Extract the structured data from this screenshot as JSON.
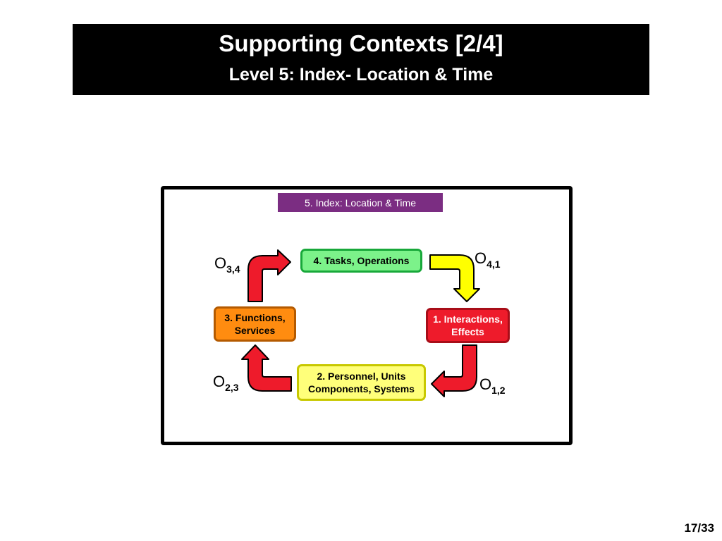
{
  "title": {
    "main": "Supporting Contexts [2/4]",
    "sub": "Level 5: Index- Location & Time"
  },
  "diagram": {
    "header": "5. Index:  Location & Time",
    "nodes": {
      "tasks": {
        "line1": "4. Tasks, Operations",
        "line2": ""
      },
      "functions": {
        "line1": "3. Functions,",
        "line2": "Services"
      },
      "interactions": {
        "line1": "1. Interactions,",
        "line2": "Effects"
      },
      "personnel": {
        "line1": "2. Personnel, Units",
        "line2": "Components, Systems"
      }
    },
    "labels": {
      "o34": {
        "base": "O",
        "sub": "3,4"
      },
      "o41": {
        "base": "O",
        "sub": "4,1"
      },
      "o12": {
        "base": "O",
        "sub": "1,2"
      },
      "o23": {
        "base": "O",
        "sub": "2,3"
      }
    },
    "colors": {
      "header": "#7b2d82",
      "tasks": "#7cf28a",
      "functions": "#ff8c10",
      "interactions": "#ee1b2b",
      "personnel": "#ffff7a",
      "arrow_red": "#ee1b2b",
      "arrow_yellow": "#ffff00"
    }
  },
  "page": {
    "number": "17/33"
  }
}
